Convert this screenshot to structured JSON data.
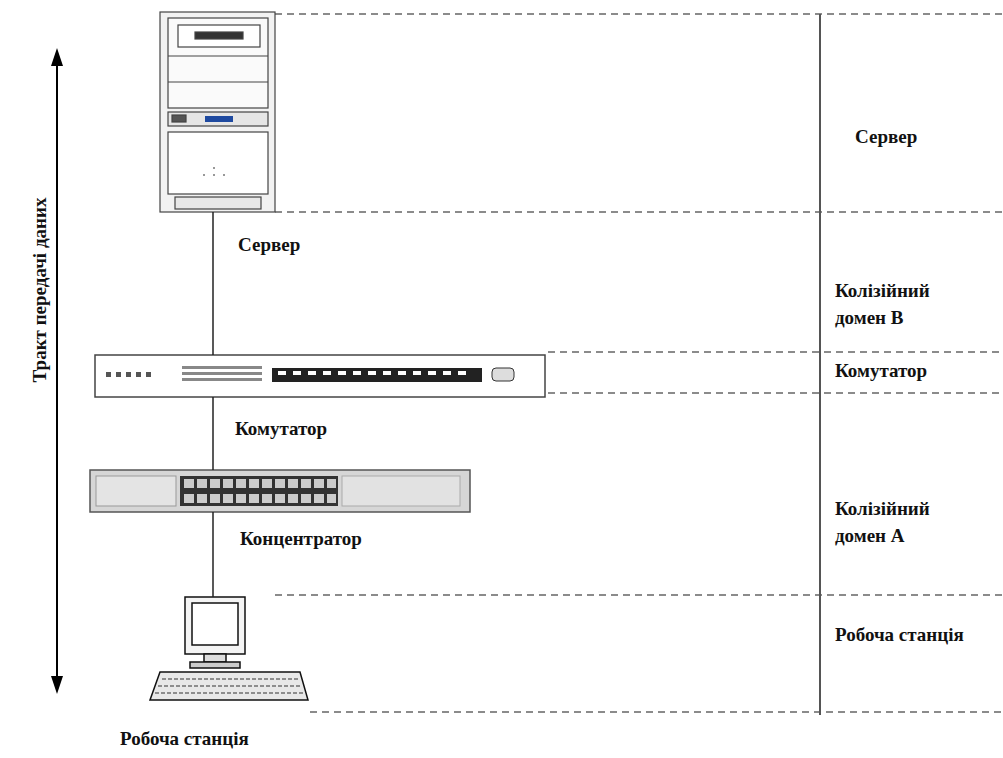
{
  "diagram": {
    "nodes": [
      {
        "text": [
          "Сервер"
        ]
      },
      {
        "text": [
          "Комутатор"
        ]
      },
      {
        "text": [
          "Концентратор"
        ]
      },
      {
        "text": [
          "Робоча станція"
        ]
      }
    ],
    "edges": [
      {
        "from": 0,
        "to": 1,
        "arrow": "none"
      },
      {
        "from": 1,
        "to": 2,
        "arrow": "none"
      },
      {
        "from": 2,
        "to": 3,
        "arrow": "none"
      }
    ],
    "labels": [
      "Тракт передачі даних",
      "Сервер",
      "Колізійний домен В",
      "Комутатор",
      "Колізійний домен А",
      "Робоча станція"
    ]
  }
}
